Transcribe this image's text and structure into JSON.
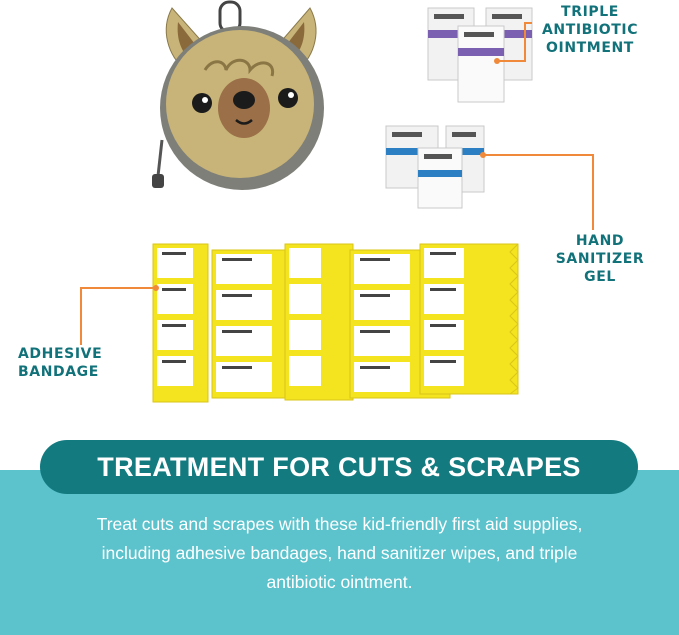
{
  "callouts": {
    "ointment": "TRIPLE ANTIBIOTIC OINTMENT",
    "ointment_line1": "TRIPLE ANTIBIOTIC",
    "ointment_line2": "OINTMENT",
    "gel_line1": "HAND",
    "gel_line2": "SANITIZER",
    "gel_line3": "GEL",
    "bandage_line1": "ADHESIVE",
    "bandage_line2": "BANDAGE"
  },
  "banner": {
    "title": "TREATMENT FOR CUTS & SCRAPES"
  },
  "description": {
    "line1": "Treat cuts and scrapes with these kid-friendly first aid supplies,",
    "line2": "including adhesive bandages, hand sanitizer wipes, and triple",
    "line3": "antibiotic ointment."
  },
  "colors": {
    "teal_dark": "#137b80",
    "teal_light": "#5cc2cc",
    "accent_orange": "#f08a3a",
    "bandage_yellow": "#f4e31f",
    "pouch_tan": "#c8b479"
  },
  "icons": {
    "pouch": "llama-pouch-image",
    "ointment": "ointment-packets-image",
    "gel": "sanitizer-packets-image",
    "bandages": "bandage-packets-image"
  }
}
